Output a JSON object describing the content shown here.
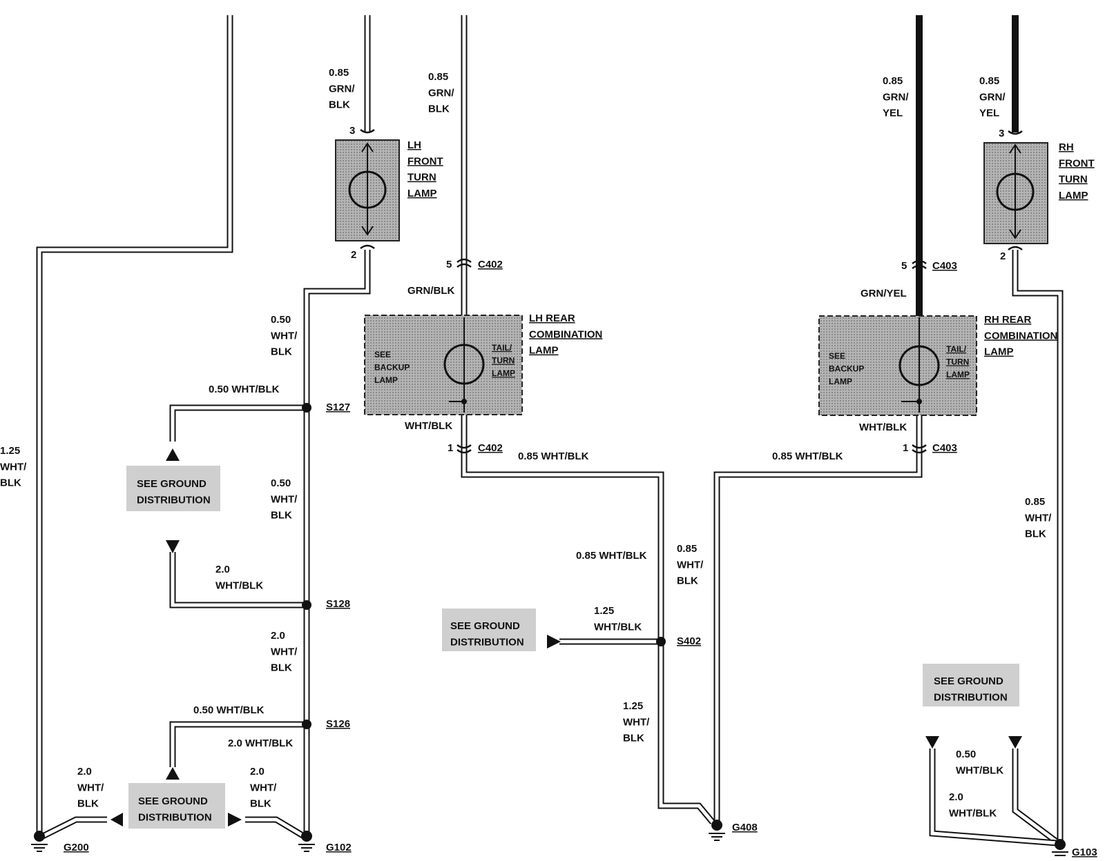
{
  "wires": {
    "far_left": "1.25\nWHT/\nBLK",
    "lh_front_feed": "0.85\nGRN/\nBLK",
    "lh_rear_feed": "0.85\nGRN/\nBLK",
    "rh_rear_feed": "0.85\nGRN/\nYEL",
    "rh_front_feed": "0.85\nGRN/\nYEL",
    "lh_front_out": "0.50\nWHT/\nBLK",
    "s127_branch": "0.50 WHT/BLK",
    "s127_s128": "0.50\nWHT/\nBLK",
    "s128_branch": "2.0\nWHT/BLK",
    "s128_s126": "2.0\nWHT/\nBLK",
    "s126_branch": "0.50 WHT/BLK",
    "s126_lower": "2.0 WHT/BLK",
    "g102_in": "2.0\nWHT/\nBLK",
    "g200_in": "2.0\nWHT/\nBLK",
    "c402_grn": "GRN/BLK",
    "c402_wht": "WHT/BLK",
    "lh_rear_out": "0.85 WHT/BLK",
    "s402_left": "0.85 WHT/BLK",
    "s402_right": "0.85\nWHT/\nBLK",
    "s402_ground_in": "1.25\nWHT/BLK",
    "s402_g408": "1.25\nWHT/\nBLK",
    "c403_grn": "GRN/YEL",
    "c403_wht": "WHT/BLK",
    "rh_rear_out": "0.85 WHT/BLK",
    "rh_front_out": "0.85\nWHT/\nBLK",
    "g103_a": "0.50\nWHT/BLK",
    "g103_b": "2.0\nWHT/BLK"
  },
  "components": {
    "lh_front": "LH\nFRONT\nTURN\nLAMP",
    "rh_front": "RH\nFRONT\nTURN\nLAMP",
    "lh_rear": "LH REAR\nCOMBINATION\nLAMP",
    "rh_rear": "RH REAR\nCOMBINATION\nLAMP",
    "tail_turn": "TAIL/\nTURN\nLAMP",
    "see_backup": "SEE\nBACKUP\nLAMP"
  },
  "pins": {
    "lh_front_top": "3",
    "lh_front_bot": "2",
    "rh_front_top": "3",
    "rh_front_bot": "2",
    "c402_top": "5",
    "c402_bot": "1",
    "c403_top": "5",
    "c403_bot": "1"
  },
  "connectors": {
    "c402_top": "C402",
    "c402_bot": "C402",
    "c403_top": "C403",
    "c403_bot": "C403"
  },
  "splices": {
    "s127": "S127",
    "s128": "S128",
    "s126": "S126",
    "s402": "S402"
  },
  "grounds": {
    "g200": "G200",
    "g102": "G102",
    "g408": "G408",
    "g103": "G103"
  },
  "see_ground": "SEE GROUND\nDISTRIBUTION"
}
